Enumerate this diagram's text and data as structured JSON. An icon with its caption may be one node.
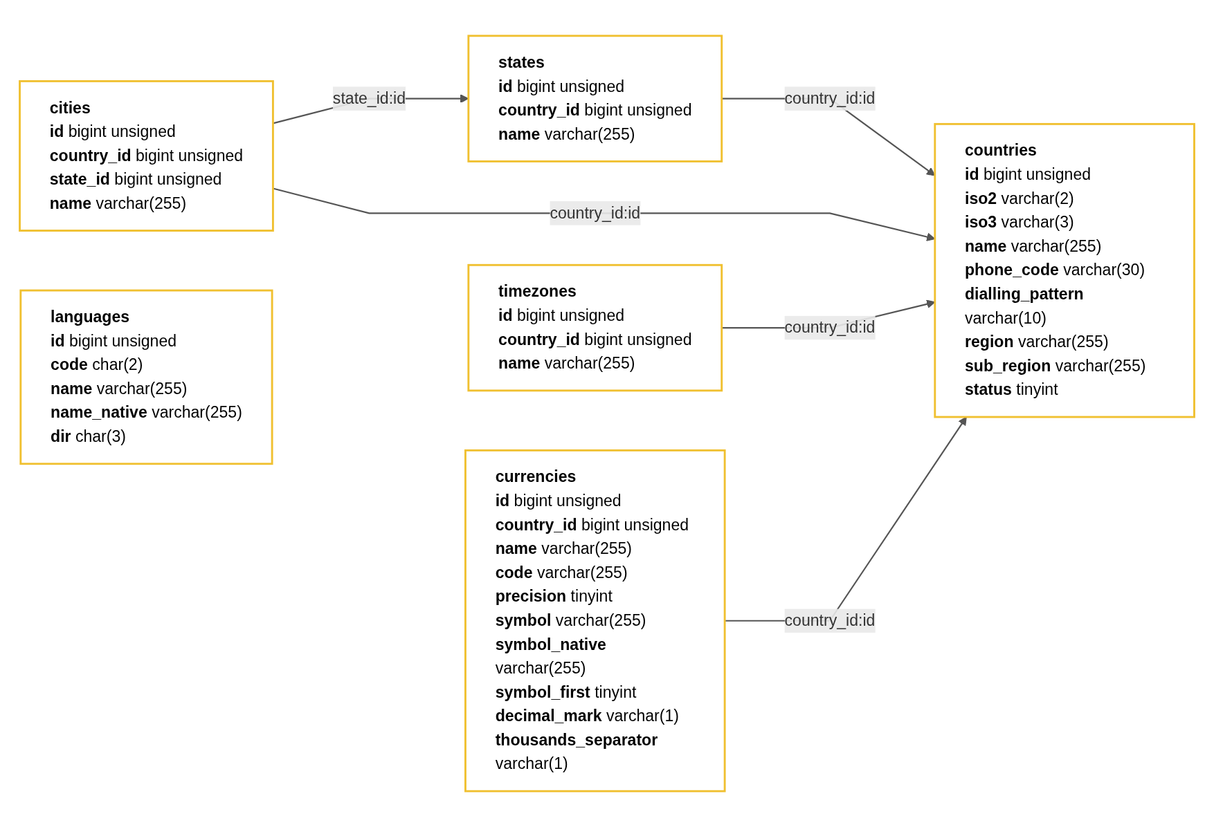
{
  "diagram": {
    "nodes": [
      {
        "text": [
          "states",
          "id",
          "bigint unsigned",
          "country_id",
          "bigint unsigned",
          "name",
          "varchar(255)"
        ]
      },
      {
        "text": [
          "countries",
          "id",
          "bigint unsigned",
          "iso2",
          "varchar(2)",
          "iso3",
          "varchar(3)",
          "name",
          "varchar(255)",
          "phone_code",
          "varchar(30)",
          "dialling_pattern",
          "varchar(10)",
          "region",
          "varchar(255)",
          "sub_region",
          "varchar(255)",
          "status",
          "tinyint"
        ]
      },
      {
        "text": [
          "timezones",
          "id",
          "bigint unsigned",
          "country_id",
          "bigint unsigned",
          "name",
          "varchar(255)"
        ]
      },
      {
        "text": [
          "cities",
          "id",
          "bigint unsigned",
          "country_id",
          "bigint unsigned",
          "state_id",
          "bigint unsigned",
          "name",
          "varchar(255)"
        ]
      },
      {
        "text": [
          "languages",
          "id",
          "bigint unsigned",
          "code",
          "char(2)",
          "name",
          "varchar(255)",
          "name_native",
          "varchar(255)",
          "dir",
          "char(3)"
        ]
      },
      {
        "text": [
          "currencies",
          "id",
          "bigint unsigned",
          "country_id",
          "bigint unsigned",
          "name",
          "varchar(255)",
          "code",
          "varchar(255)",
          "precision",
          "tinyint",
          "symbol",
          "varchar(255)",
          "symbol_native",
          "varchar(255)",
          "symbol_first",
          "tinyint",
          "decimal_mark",
          "varchar(1)",
          "thousands_separator",
          "varchar(1)"
        ]
      }
    ],
    "edges": [
      {
        "from": 0,
        "to": 1,
        "arrow": "to",
        "label": "country_id:id"
      },
      {
        "from": 3,
        "to": 1,
        "arrow": "to",
        "label": "country_id:id"
      },
      {
        "from": 3,
        "to": 0,
        "arrow": "to",
        "label": "state_id:id"
      },
      {
        "from": 2,
        "to": 1,
        "arrow": "to",
        "label": "country_id:id"
      },
      {
        "from": 5,
        "to": 1,
        "arrow": "to",
        "label": "country_id:id"
      }
    ]
  }
}
